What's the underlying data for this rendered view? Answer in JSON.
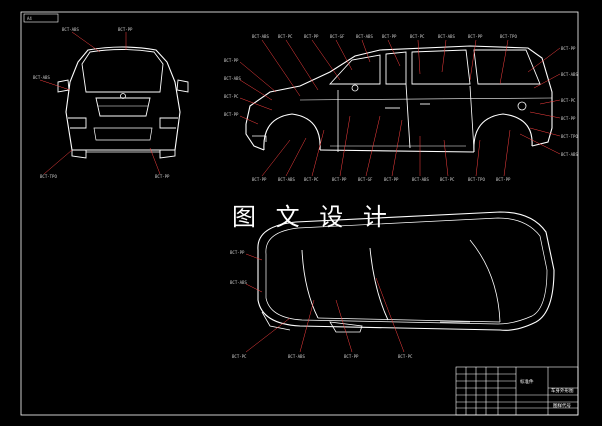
{
  "drawing": {
    "tag": "A4",
    "watermark": "图 文 设 计",
    "title_block": {
      "drawing_name": "车身外形图",
      "label_top": "标准件",
      "label_bottom": "图样代号"
    },
    "callouts": {
      "rear": [
        "BCT-ABS",
        "BCT-PP",
        "BCT-ABS",
        "BCT-PP",
        "BCT-TPO"
      ],
      "side_top": [
        "BCT-ABS",
        "BCT-PC",
        "BCT-PP",
        "BCT-GF",
        "BCT-ABS",
        "BCT-PP",
        "BCT-PC",
        "BCT-ABS",
        "BCT-PP",
        "BCT-TPO"
      ],
      "side_left": [
        "BCT-PP",
        "BCT-ABS",
        "BCT-PC",
        "BCT-PP"
      ],
      "side_right": [
        "BCT-PP",
        "BCT-ABS",
        "BCT-PC",
        "BCT-PP",
        "BCT-TPO",
        "BCT-ABS"
      ],
      "side_bottom": [
        "BCT-PP",
        "BCT-ABS",
        "BCT-PC",
        "BCT-PP",
        "BCT-GF",
        "BCT-PP",
        "BCT-ABS",
        "BCT-PC",
        "BCT-TPO",
        "BCT-PP"
      ],
      "top_left": [
        "BCT-PP",
        "BCT-ABS"
      ],
      "top_bottom": [
        "BCT-PC",
        "BCT-ABS",
        "BCT-PP",
        "BCT-PC"
      ]
    }
  }
}
